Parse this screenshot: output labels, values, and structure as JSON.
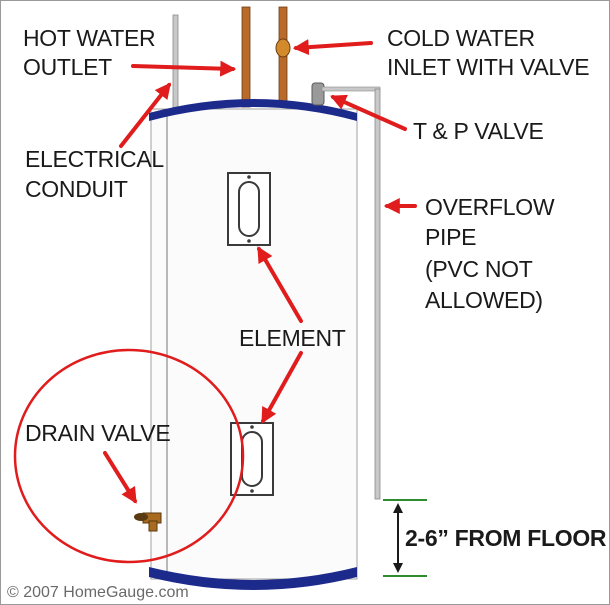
{
  "labels": {
    "hot_water": [
      "HOT WATER",
      "OUTLET"
    ],
    "cold_water": [
      "COLD WATER",
      "INLET WITH VALVE"
    ],
    "tp_valve": "T & P VALVE",
    "electrical": [
      "ELECTRICAL",
      "CONDUIT"
    ],
    "overflow": [
      "OVERFLOW",
      "PIPE",
      "(PVC NOT",
      "ALLOWED)"
    ],
    "element": "ELEMENT",
    "drain": "DRAIN VALVE",
    "floor": "2-6” FROM FLOOR"
  },
  "copyright": "© 2007 HomeGauge.com",
  "colors": {
    "arrow": "#e01c1c",
    "tank_band": "#1c2a8c",
    "copper_pipe": "#b86a2a",
    "floor_marker": "#2e8b2e",
    "circle": "#e01c1c"
  }
}
